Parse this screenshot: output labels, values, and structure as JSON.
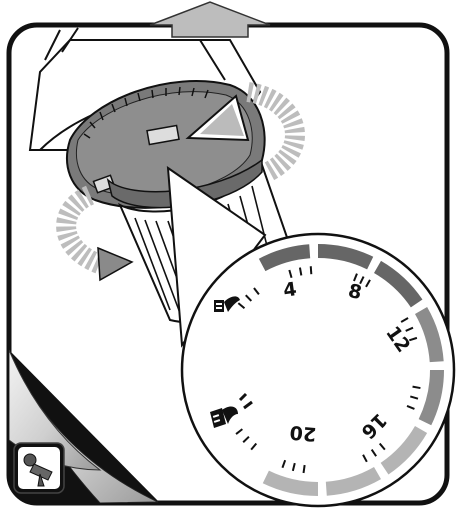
{
  "illustration": {
    "dial_numbers": [
      "4",
      "8",
      "12",
      "16",
      "20"
    ],
    "arrow_direction": "up",
    "corner_icon": "drill-icon",
    "colors": {
      "frame": "#111111",
      "band_dark": "#666666",
      "band_mid": "#8c8c8c",
      "band_light": "#b4b4b4",
      "collar": "#777777",
      "arrow": "#bdbdbd"
    }
  }
}
